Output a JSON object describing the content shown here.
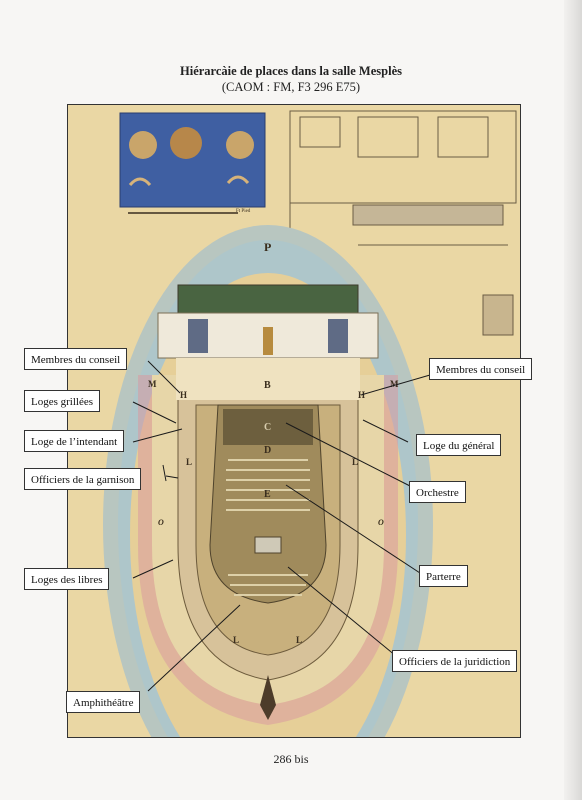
{
  "document": {
    "title": "Hiérarcàie de places dans la salle Mesplès",
    "subtitle": "(CAOM : FM, F3 296 E75)",
    "page_number": "286 bis"
  },
  "plan": {
    "scale_text": "Ft Pied",
    "letters": {
      "p": "P",
      "b": "B",
      "c": "C",
      "d": "D",
      "e": "E",
      "m": "M",
      "h": "H",
      "l": "L",
      "o": "O"
    }
  },
  "labels": {
    "membres_conseil_left": "Membres du conseil",
    "loges_grillees": "Loges grillées",
    "loge_intendant": "Loge de l’intendant",
    "officiers_garnison": "Officiers de la garnison",
    "loges_libres": "Loges des libres",
    "amphitheatre": "Amphithéâtre",
    "membres_conseil_right": "Membres du conseil",
    "loge_general": "Loge du général",
    "orchestre": "Orchestre",
    "parterre": "Parterre",
    "officiers_juridiction": "Officiers de la juridiction"
  },
  "colors": {
    "paper": "#ead7a4",
    "cloud_blue": "#aac6cf",
    "cartouche_blue": "#3f5fa2",
    "stage_wood": "#a08b5c",
    "pink_band": "#d99aa0"
  }
}
